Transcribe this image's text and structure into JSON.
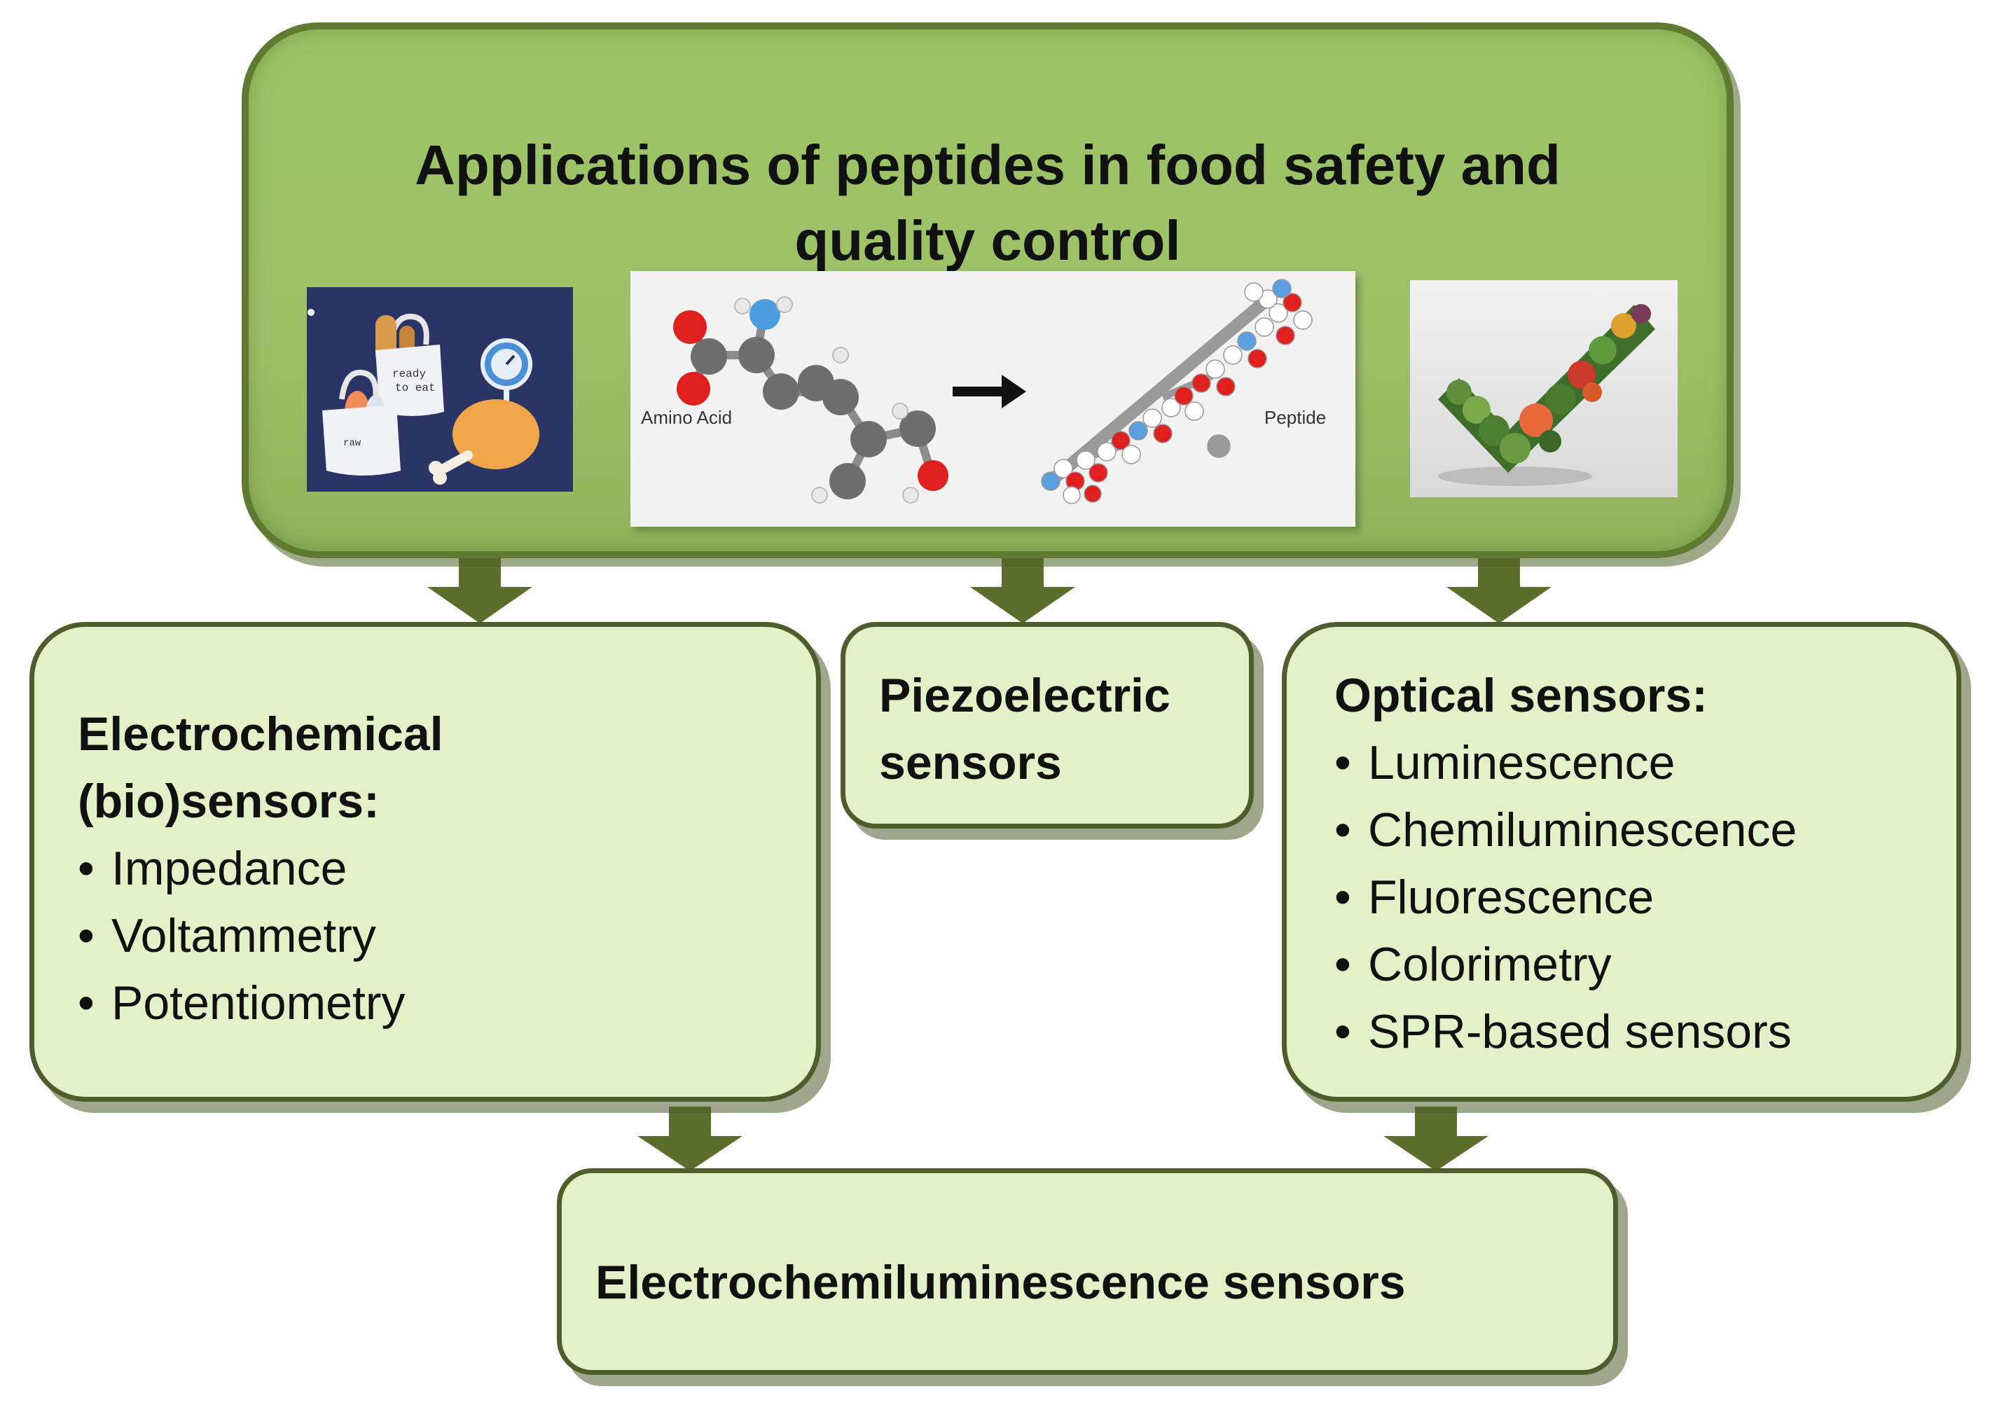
{
  "top": {
    "title_line1": "Applications of peptides in food safety and",
    "title_line2": "quality control",
    "image_amino_label": "Amino Acid",
    "image_peptide_label": "Peptide"
  },
  "left": {
    "heading_line1": "Electrochemical",
    "heading_line2": "(bio)sensors:",
    "items": [
      "Impedance",
      "Voltammetry",
      "Potentiometry"
    ]
  },
  "middle": {
    "heading_line1": "Piezoelectric",
    "heading_line2": "sensors"
  },
  "right": {
    "heading": "Optical sensors:",
    "items": [
      "Luminescence",
      "Chemiluminescence",
      "Fluorescence",
      "Colorimetry",
      "SPR-based sensors"
    ]
  },
  "bottom": {
    "label": "Electrochemiluminescence sensors"
  },
  "colors": {
    "top_box_fill": "#9ec168",
    "sub_box_fill": "#e4f1c8",
    "border": "#4e5d2c",
    "arrow": "#5b6e2c"
  }
}
